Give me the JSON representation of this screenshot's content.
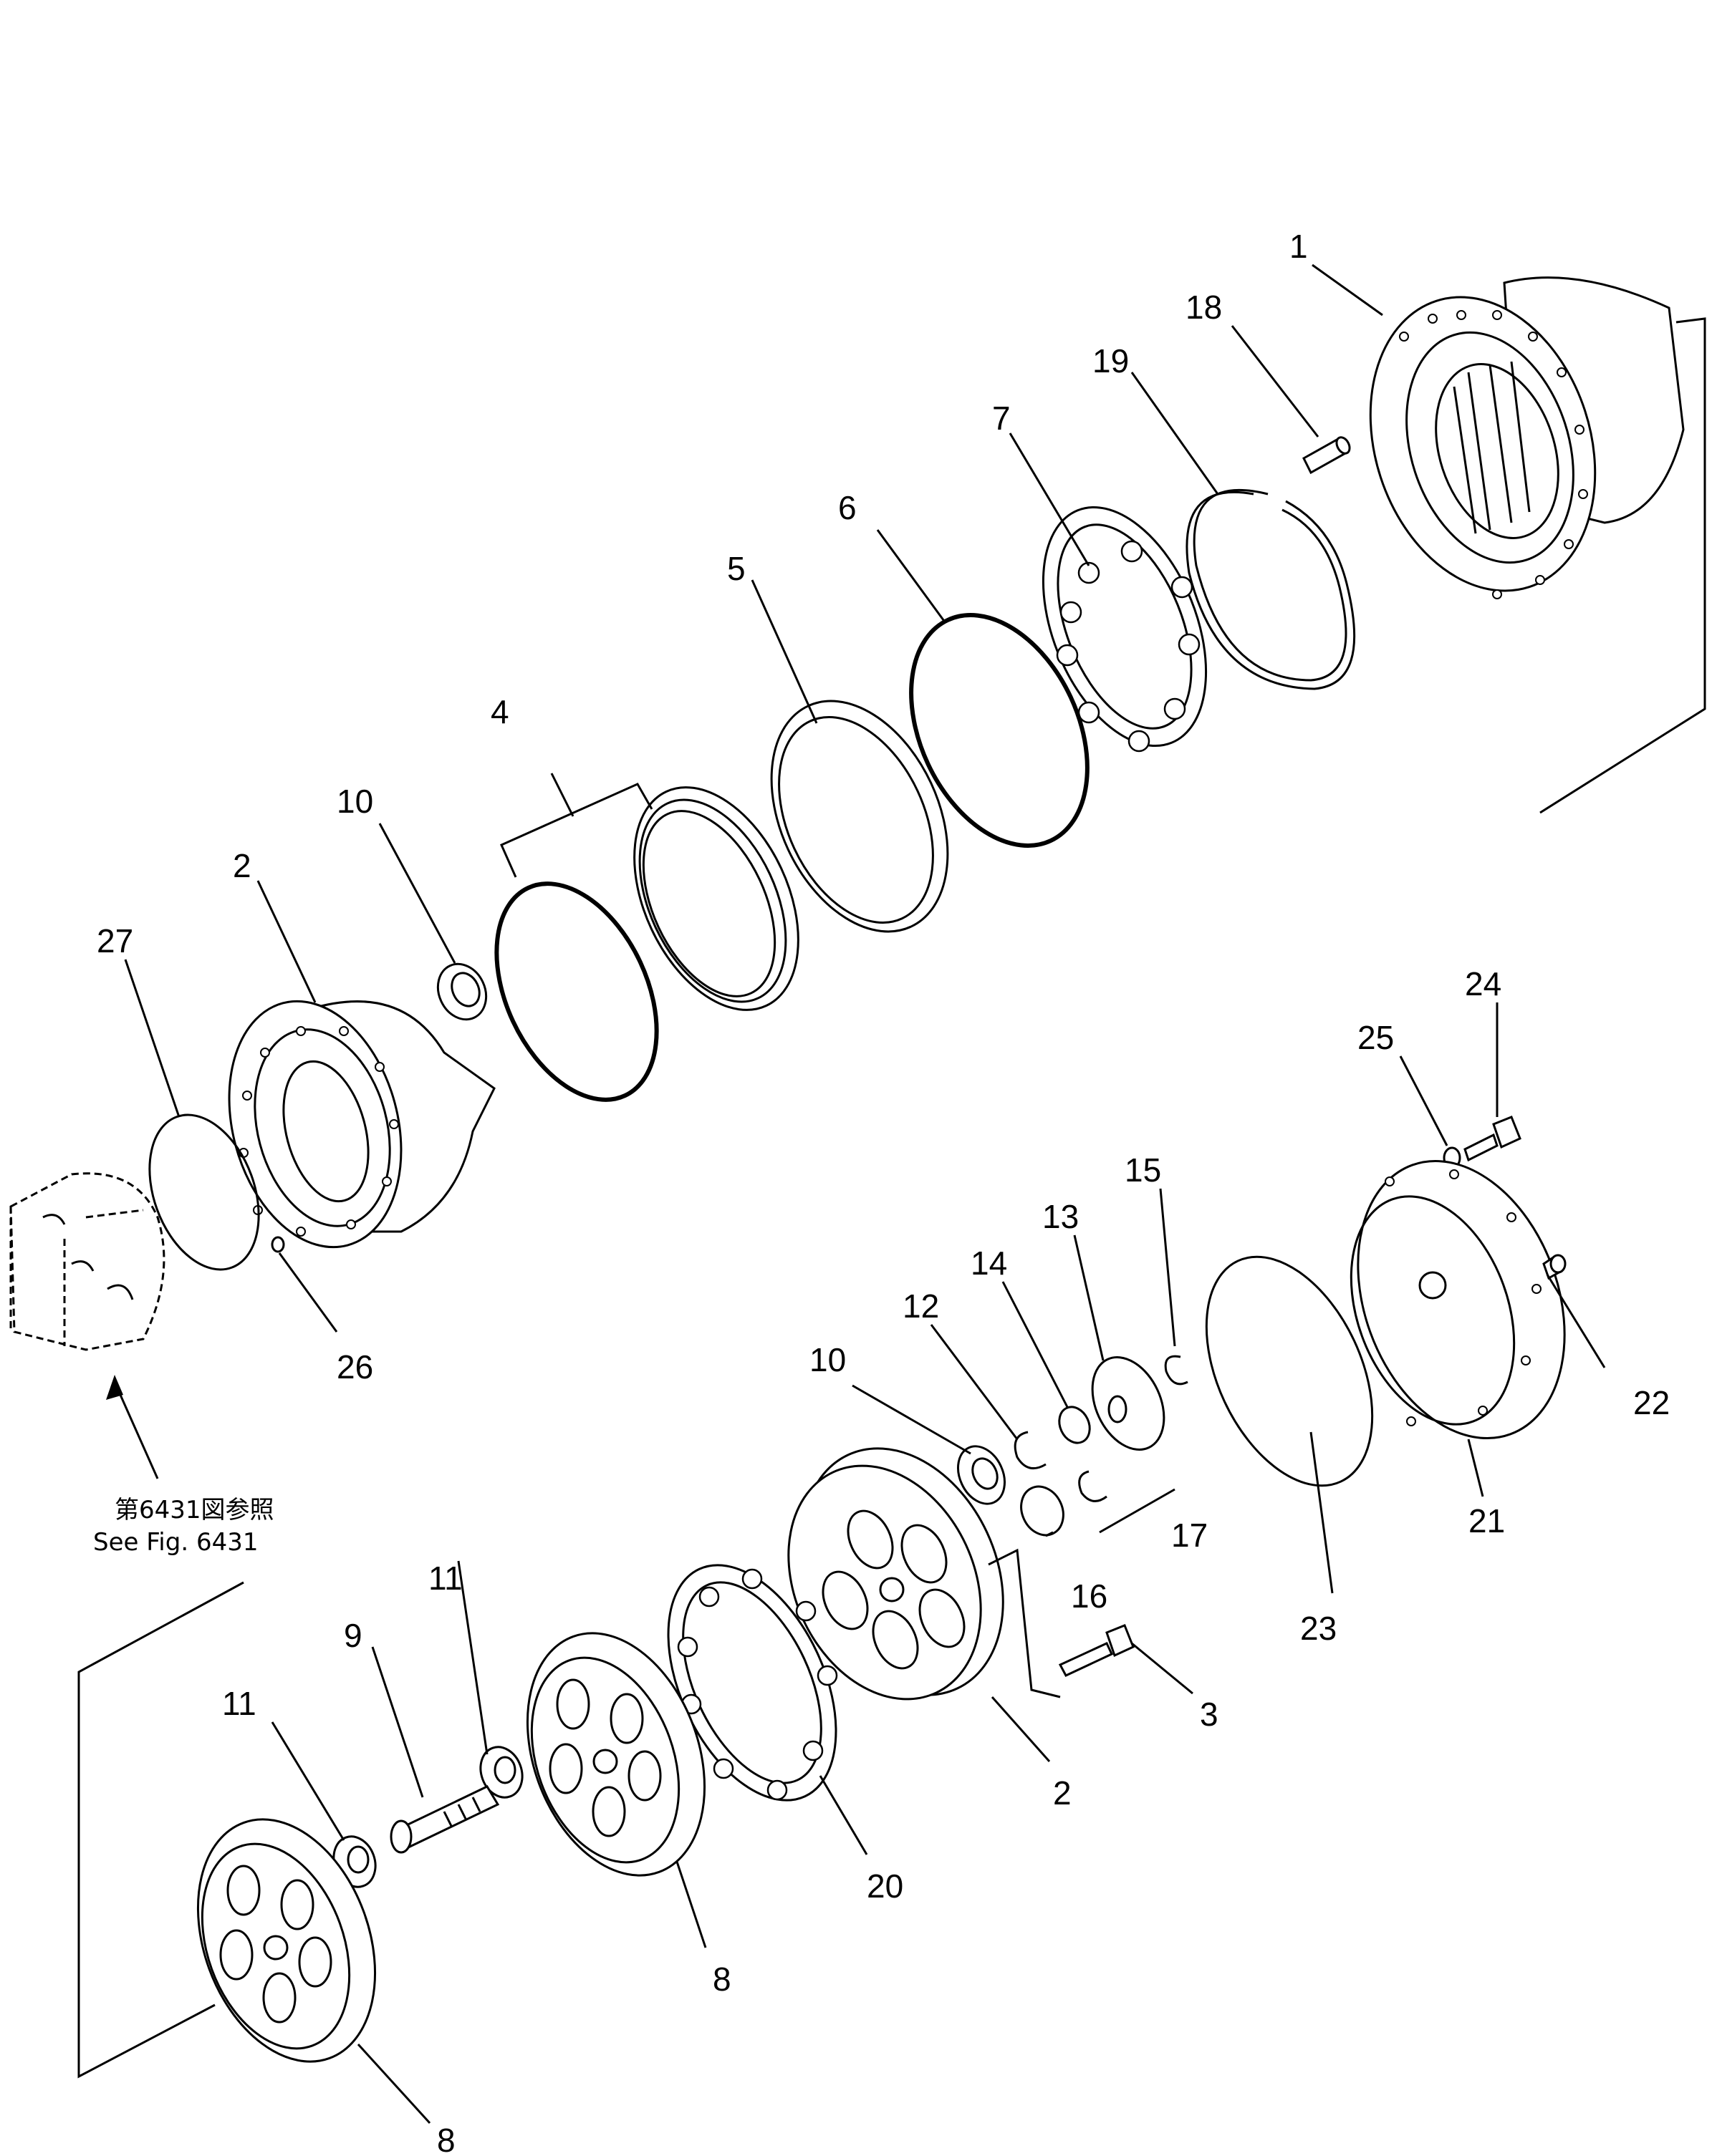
{
  "labels": {
    "p1": "1",
    "p2_top": "2",
    "p2_bottom": "2",
    "p3": "3",
    "p4": "4",
    "p5": "5",
    "p6": "6",
    "p7": "7",
    "p8_mid": "8",
    "p8_bottom": "8",
    "p9": "9",
    "p10_top": "10",
    "p10_mid": "10",
    "p11_left": "11",
    "p11_right": "11",
    "p12": "12",
    "p13": "13",
    "p14": "14",
    "p15": "15",
    "p16": "16",
    "p17": "17",
    "p18": "18",
    "p19": "19",
    "p20": "20",
    "p21": "21",
    "p22": "22",
    "p23": "23",
    "p24": "24",
    "p25": "25",
    "p26": "26",
    "p27": "27"
  },
  "reference": {
    "japanese": "第6431図参照",
    "english": "See Fig. 6431"
  }
}
